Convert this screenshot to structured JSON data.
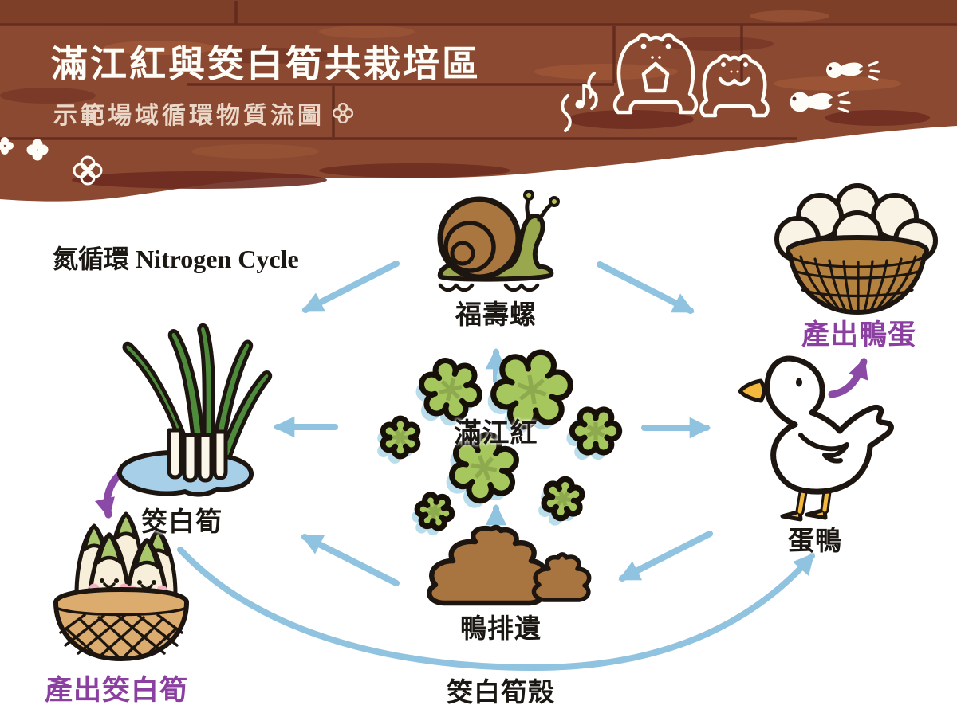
{
  "header": {
    "title": "滿江紅與筊白筍共栽培區",
    "subtitle": "示範場域循環物質流圖"
  },
  "diagram": {
    "cycle_label": "氮循環 Nitrogen Cycle",
    "nodes": {
      "snail": {
        "label": "福壽螺"
      },
      "azolla": {
        "label": "滿江紅"
      },
      "water_bamboo": {
        "label": "筊白筍"
      },
      "duck": {
        "label": "蛋鴨"
      },
      "duck_droppings": {
        "label": "鴨排遺"
      },
      "duck_eggs": {
        "label": "產出鴨蛋"
      },
      "bamboo_shoots": {
        "label": "產出筊白筍"
      },
      "bamboo_husks": {
        "label": "筊白筍殼"
      }
    }
  },
  "flows": {
    "blue": [
      {
        "from": "滿江紅",
        "to": "福壽螺"
      },
      {
        "from": "福壽螺",
        "to": "筊白筍"
      },
      {
        "from": "福壽螺",
        "to": "蛋鴨"
      },
      {
        "from": "滿江紅",
        "to": "筊白筍"
      },
      {
        "from": "滿江紅",
        "to": "蛋鴨"
      },
      {
        "from": "鴨排遺",
        "to": "滿江紅"
      },
      {
        "from": "蛋鴨",
        "to": "鴨排遺"
      },
      {
        "from": "鴨排遺",
        "to": "筊白筍"
      },
      {
        "from": "筊白筍",
        "to": "蛋鴨",
        "via": "筊白筍殼"
      }
    ],
    "purple": [
      {
        "from": "蛋鴨",
        "to": "產出鴨蛋"
      },
      {
        "from": "筊白筍",
        "to": "產出筊白筍"
      }
    ]
  },
  "colors": {
    "wood_base": "#8a4930",
    "wood_dark": "#6b2b20",
    "wood_light": "#9d5737",
    "arrow_blue": "#8fc3df",
    "arrow_purple": "#8b4aa5",
    "purple_text": "#8b3fa0",
    "azolla_green": "#a6c75e",
    "azolla_shadow": "#b9ddeb",
    "leaf_green": "#4e8c3c",
    "puddle_blue": "#a8cfe8",
    "snail_shell": "#a9763f",
    "snail_body": "#9aa84d",
    "duck_yellow": "#f2b93e",
    "egg_cream": "#f8f3e4",
    "basket_brown": "#b5813f",
    "shoot_basket_tan": "#dcab6e",
    "poop_brown": "#a8743f",
    "ink": "#1c1510",
    "title_white": "#fdfcf7"
  }
}
